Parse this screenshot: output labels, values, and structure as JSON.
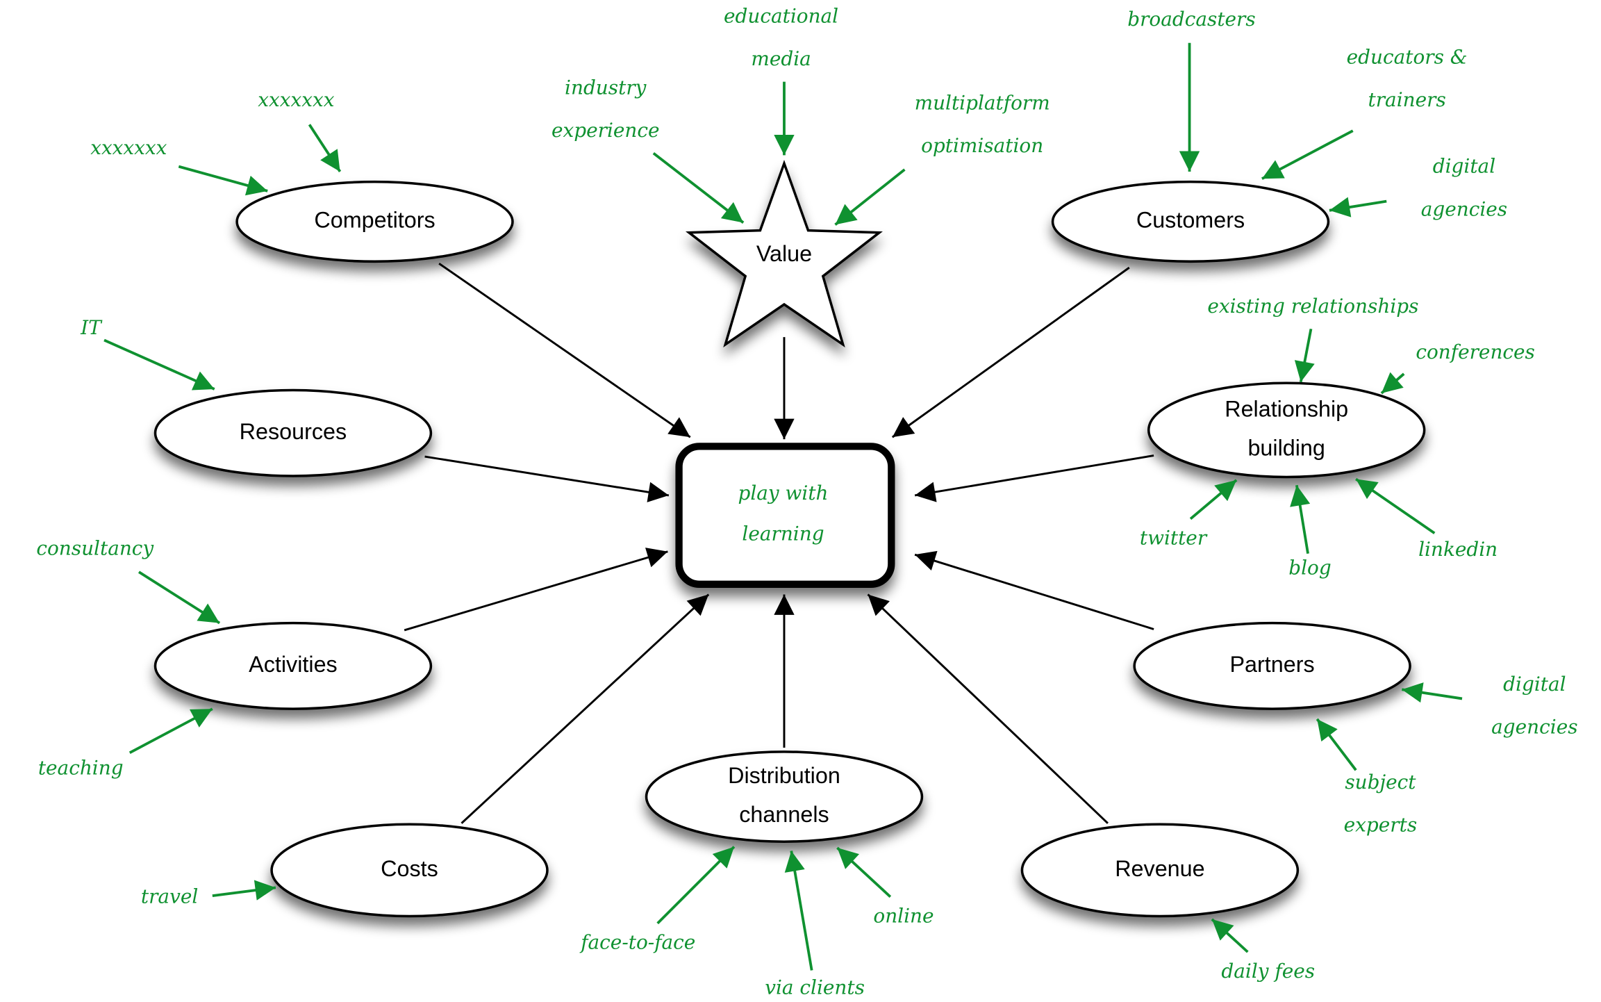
{
  "colors": {
    "annotation": "#0f9130",
    "node_stroke": "#000000",
    "node_fill": "#ffffff"
  },
  "center": {
    "lines": [
      "play with",
      "learning"
    ]
  },
  "nodes": [
    {
      "id": "competitors",
      "shape": "ellipse",
      "lines": [
        "Competitors"
      ]
    },
    {
      "id": "value",
      "shape": "star",
      "lines": [
        "Value"
      ]
    },
    {
      "id": "customers",
      "shape": "ellipse",
      "lines": [
        "Customers"
      ]
    },
    {
      "id": "resources",
      "shape": "ellipse",
      "lines": [
        "Resources"
      ]
    },
    {
      "id": "relationship-building",
      "shape": "ellipse",
      "lines": [
        "Relationship",
        "building"
      ]
    },
    {
      "id": "activities",
      "shape": "ellipse",
      "lines": [
        "Activities"
      ]
    },
    {
      "id": "partners",
      "shape": "ellipse",
      "lines": [
        "Partners"
      ]
    },
    {
      "id": "distribution-channels",
      "shape": "ellipse",
      "lines": [
        "Distribution",
        "channels"
      ]
    },
    {
      "id": "costs",
      "shape": "ellipse",
      "lines": [
        "Costs"
      ]
    },
    {
      "id": "revenue",
      "shape": "ellipse",
      "lines": [
        "Revenue"
      ]
    }
  ],
  "edges": [
    {
      "from": "competitors",
      "to": "center"
    },
    {
      "from": "value",
      "to": "center"
    },
    {
      "from": "customers",
      "to": "center"
    },
    {
      "from": "resources",
      "to": "center"
    },
    {
      "from": "relationship-building",
      "to": "center"
    },
    {
      "from": "activities",
      "to": "center"
    },
    {
      "from": "partners",
      "to": "center"
    },
    {
      "from": "distribution-channels",
      "to": "center"
    },
    {
      "from": "costs",
      "to": "center"
    },
    {
      "from": "revenue",
      "to": "center"
    }
  ],
  "annotations": [
    {
      "target": "competitors",
      "lines": [
        "xxxxxxx"
      ]
    },
    {
      "target": "competitors",
      "lines": [
        "xxxxxxx"
      ]
    },
    {
      "target": "value",
      "lines": [
        "industry",
        "experience"
      ]
    },
    {
      "target": "value",
      "lines": [
        "educational",
        "media"
      ]
    },
    {
      "target": "value",
      "lines": [
        "multiplatform",
        "optimisation"
      ]
    },
    {
      "target": "customers",
      "lines": [
        "broadcasters"
      ]
    },
    {
      "target": "customers",
      "lines": [
        "educators &",
        "trainers"
      ]
    },
    {
      "target": "customers",
      "lines": [
        "digital",
        "agencies"
      ]
    },
    {
      "target": "resources",
      "lines": [
        "IT"
      ]
    },
    {
      "target": "relationship-building",
      "lines": [
        "existing relationships"
      ]
    },
    {
      "target": "relationship-building",
      "lines": [
        "conferences"
      ]
    },
    {
      "target": "relationship-building",
      "lines": [
        "twitter"
      ]
    },
    {
      "target": "relationship-building",
      "lines": [
        "blog"
      ]
    },
    {
      "target": "relationship-building",
      "lines": [
        "linkedin"
      ]
    },
    {
      "target": "activities",
      "lines": [
        "consultancy"
      ]
    },
    {
      "target": "activities",
      "lines": [
        "teaching"
      ]
    },
    {
      "target": "partners",
      "lines": [
        "digital",
        "agencies"
      ]
    },
    {
      "target": "partners",
      "lines": [
        "subject",
        "experts"
      ]
    },
    {
      "target": "costs",
      "lines": [
        "travel"
      ]
    },
    {
      "target": "distribution-channels",
      "lines": [
        "face-to-face"
      ]
    },
    {
      "target": "distribution-channels",
      "lines": [
        "via clients"
      ]
    },
    {
      "target": "distribution-channels",
      "lines": [
        "online"
      ]
    },
    {
      "target": "revenue",
      "lines": [
        "daily fees"
      ]
    }
  ]
}
